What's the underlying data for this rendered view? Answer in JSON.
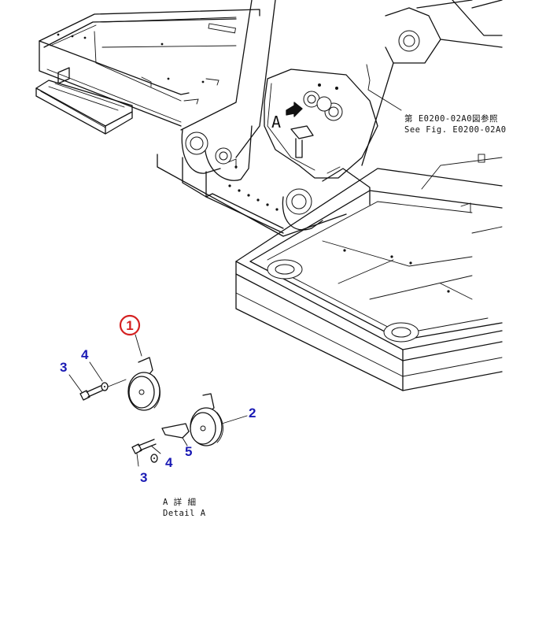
{
  "drawing": {
    "reference_note_jp": "第 E0200-02A0図参照",
    "reference_note_en": "See Fig. E0200-02A0",
    "view_letter": "A",
    "detail_label_jp": "A 詳 細",
    "detail_label_en": "Detail A"
  },
  "callouts": [
    {
      "number": "1",
      "part": "horn",
      "highlighted": true,
      "color": "#d42020"
    },
    {
      "number": "2",
      "part": "horn",
      "highlighted": false,
      "color": "#1a1ab4"
    },
    {
      "number": "3",
      "part": "bolt",
      "highlighted": false,
      "color": "#1a1ab4"
    },
    {
      "number": "3",
      "part": "bolt",
      "highlighted": false,
      "color": "#1a1ab4"
    },
    {
      "number": "4",
      "part": "washer",
      "highlighted": false,
      "color": "#1a1ab4"
    },
    {
      "number": "4",
      "part": "washer",
      "highlighted": false,
      "color": "#1a1ab4"
    },
    {
      "number": "5",
      "part": "bracket",
      "highlighted": false,
      "color": "#1a1ab4"
    }
  ],
  "colors": {
    "line": "#111111",
    "callout_blue": "#1a1ab4",
    "highlight_red": "#d42020",
    "background": "#ffffff"
  }
}
